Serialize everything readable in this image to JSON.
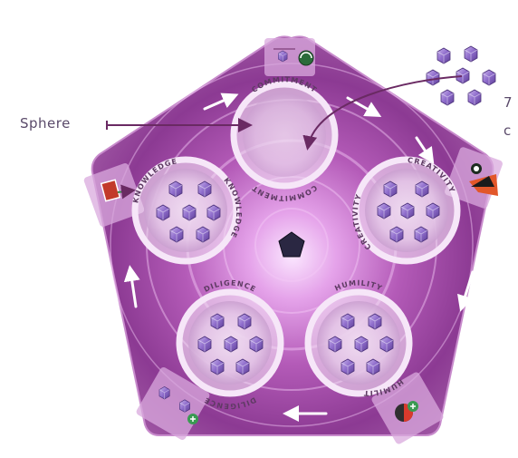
{
  "callout": {
    "sphere_label": "Sphere",
    "cut_text_top": "7",
    "cut_text_bottom": "c"
  },
  "spheres": {
    "commitment": "COMMITMENT",
    "creativity": "CREATIVITY",
    "humility": "HUMILITY",
    "diligence": "DILIGENCE",
    "knowledge": "KNOWLEDGE"
  },
  "crystals": {
    "supply": 7,
    "commitment": 0,
    "creativity": 7,
    "humility": 7,
    "diligence": 7,
    "knowledge": 7
  },
  "colors": {
    "board_magenta": "#9b3d9e",
    "board_light": "#e3b8e6",
    "crystal": "#8d6cc4",
    "arrow": "#6a2a63",
    "center_pentagon": "#2a2742"
  },
  "icons": [
    "monster-swap-icon",
    "black-orange-shape-icon",
    "green-plus-icon",
    "red-card-icon",
    "crystal-group-icon"
  ]
}
